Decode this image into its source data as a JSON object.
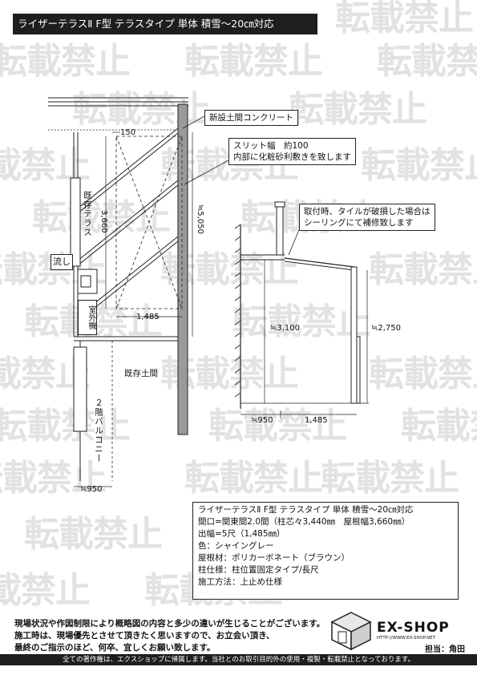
{
  "title": "ライザーテラスⅡ F型 テラスタイプ 単体 積雪～20㎝対応",
  "watermark": "転載禁止",
  "plan": {
    "callout_concrete": "新設土間コンクリート",
    "callout_slit_line1": "スリット幅　約100",
    "callout_slit_line2": "内部に化粧砂利敷きを致します",
    "label_existing_terrace": "既存テラス",
    "label_sink": "流し",
    "label_outdoor_unit": "室外機",
    "label_existing_floor": "既存土間",
    "label_balcony": "２階バルコニー",
    "dim_150": "150",
    "dim_3660": "3,660",
    "dim_1485": "1,485",
    "dim_5050": "≒5,050",
    "dim_950": "≒950"
  },
  "section": {
    "callout_line1": "取付時、タイルが破損した場合は",
    "callout_line2": "シーリングにて補修致します",
    "dim_3100": "≒3,100",
    "dim_2750": "≒2,750",
    "dim_950": "≒950",
    "dim_1485": "1,485"
  },
  "spec": {
    "line1": "ライザーテラスⅡ F型 テラスタイプ 単体 積雪～20㎝対応",
    "line2": "間口=関東間2.0間（柱芯々3,440㎜　屋根幅3,660㎜）",
    "line3": "出幅=5尺（1,485㎜）",
    "line4": "色：シャイングレー",
    "line5": "屋根材：ポリカーボネート（ブラウン）",
    "line6": "柱仕様：柱位置固定タイプ/長尺",
    "line7": "施工方法：上止め仕様"
  },
  "notice": {
    "line1": "現場状況や作図制限により概略図の内容と多少の違いが生じることがございます。",
    "line2": "施工時は、現場優先とさせて頂きたく思いますので、お立会い頂き、",
    "line3": "最終のご指示のほど、何卒、宜しくお願い致します。"
  },
  "logo": {
    "name": "EX-SHOP",
    "url": "HTTP://WWW.EX-SHOP.NET",
    "tanto": "担当：角田"
  },
  "footer": "全ての著作権は、エクスショップに帰属します。当社とのお取引目的外の使用・複製・転載禁止となっております。"
}
